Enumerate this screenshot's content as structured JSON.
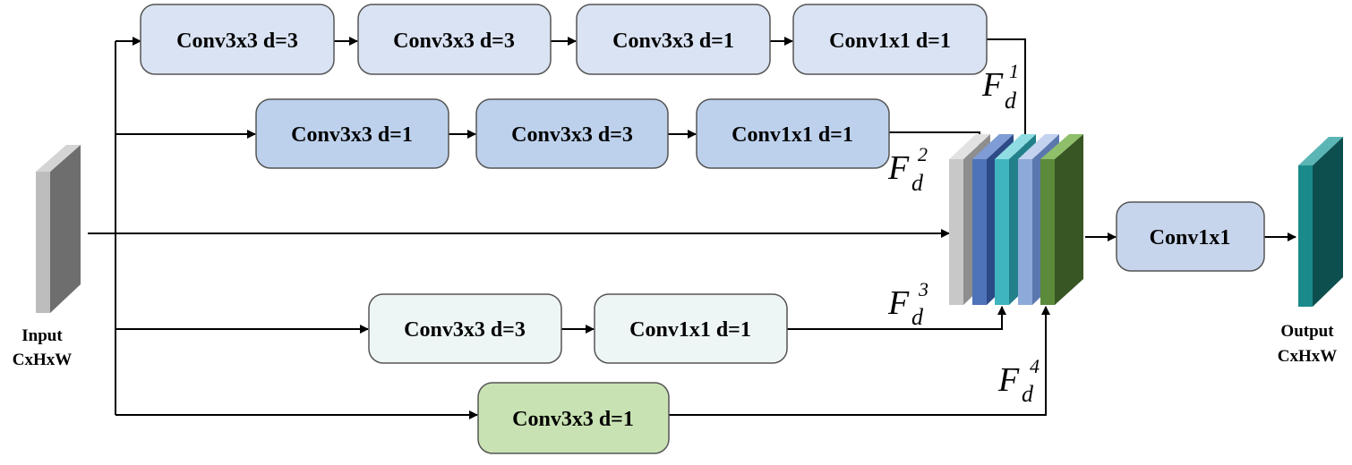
{
  "input": {
    "line1": "Input",
    "line2": "CxHxW"
  },
  "output": {
    "line1": "Output",
    "line2": "CxHxW"
  },
  "branches": {
    "b1": [
      "Conv3x3 d=3",
      "Conv3x3 d=3",
      "Conv3x3 d=1",
      "Conv1x1 d=1"
    ],
    "b2": [
      "Conv3x3 d=1",
      "Conv3x3 d=3",
      "Conv1x1 d=1"
    ],
    "b3": [
      "Conv3x3 d=3",
      "Conv1x1 d=1"
    ],
    "b4": [
      "Conv3x3 d=1"
    ]
  },
  "fusion": {
    "label": "Conv1x1"
  },
  "features": [
    {
      "base": "F",
      "sub": "d",
      "sup": "1"
    },
    {
      "base": "F",
      "sub": "d",
      "sup": "2"
    },
    {
      "base": "F",
      "sub": "d",
      "sup": "3"
    },
    {
      "base": "F",
      "sub": "d",
      "sup": "4"
    }
  ],
  "colors": {
    "branch1_fill": "#dae3f3",
    "branch2_fill": "#bdd1ec",
    "branch3_fill": "#eef5f5",
    "branch4_fill": "#c9e2b3",
    "fusion_fill": "#c7d5ec",
    "box_stroke": "#555555",
    "input_tensor": "#9a9a9a",
    "output_tensor": "#0f6e6e",
    "stack": [
      "#c8c8c8",
      "#4f73b8",
      "#3fb5bf",
      "#8eaadb",
      "#5b8a3a"
    ]
  }
}
